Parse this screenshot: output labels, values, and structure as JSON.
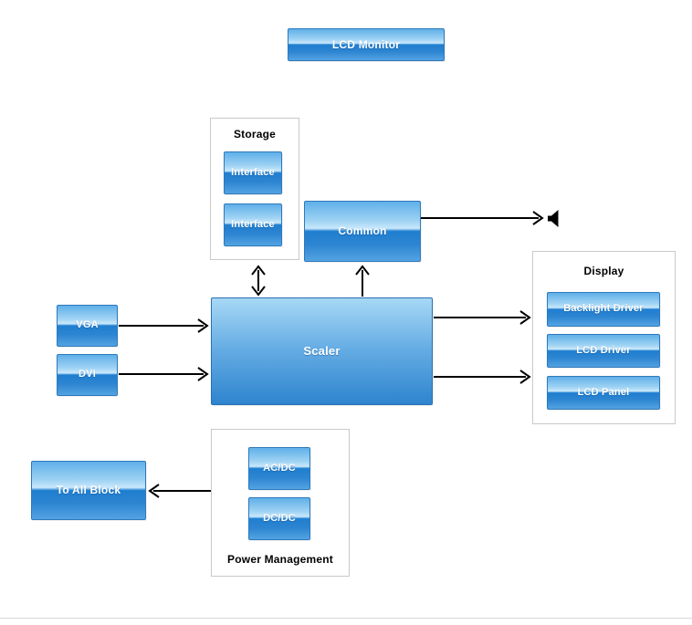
{
  "diagram": {
    "title_block": {
      "label": "LCD Monitor"
    },
    "groups": {
      "storage": {
        "label": "Storage"
      },
      "display": {
        "label": "Display"
      },
      "power": {
        "label": "Power Management"
      }
    },
    "blocks": {
      "interface_1": {
        "label": "Interface"
      },
      "interface_2": {
        "label": "Interface"
      },
      "common": {
        "label": "Common"
      },
      "vga": {
        "label": "VGA"
      },
      "dvi": {
        "label": "DVI"
      },
      "scaler": {
        "label": "Scaler"
      },
      "backlight_driver": {
        "label": "Backlight Driver"
      },
      "lcd_driver": {
        "label": "LCD Driver"
      },
      "lcd_panel": {
        "label": "LCD Panel"
      },
      "to_all_block": {
        "label": "To All Block"
      },
      "acdc": {
        "label": "AC/DC"
      },
      "dcdc": {
        "label": "DC/DC"
      }
    },
    "icons": {
      "speaker": "speaker-icon"
    },
    "connections": [
      {
        "from": "VGA",
        "to": "Scaler",
        "type": "arrow"
      },
      {
        "from": "DVI",
        "to": "Scaler",
        "type": "arrow"
      },
      {
        "from": "Storage",
        "to": "Scaler",
        "type": "double-arrow"
      },
      {
        "from": "Scaler",
        "to": "Common",
        "type": "arrow"
      },
      {
        "from": "Common",
        "to": "speaker",
        "type": "arrow"
      },
      {
        "from": "Scaler",
        "to": "Display (Backlight Driver)",
        "type": "arrow"
      },
      {
        "from": "Scaler",
        "to": "Display (LCD Panel)",
        "type": "arrow"
      },
      {
        "from": "Power Management",
        "to": "To All Block",
        "type": "arrow"
      }
    ],
    "colors": {
      "background": "#ffffff",
      "block_border": "#2f79bb",
      "glossy_top": "#5fb0e9",
      "glossy_light": "#c9e8fb",
      "glossy_dark": "#1f7ed0",
      "glossy_bottom": "#53a3e2",
      "scaler_top": "#a7d8f5",
      "scaler_bottom": "#2e84ce",
      "group_border": "#c9c9c9",
      "arrow": "#000000",
      "block_text": "#ffffff",
      "label_text": "#000000",
      "divider": "#d9d9d9"
    }
  }
}
